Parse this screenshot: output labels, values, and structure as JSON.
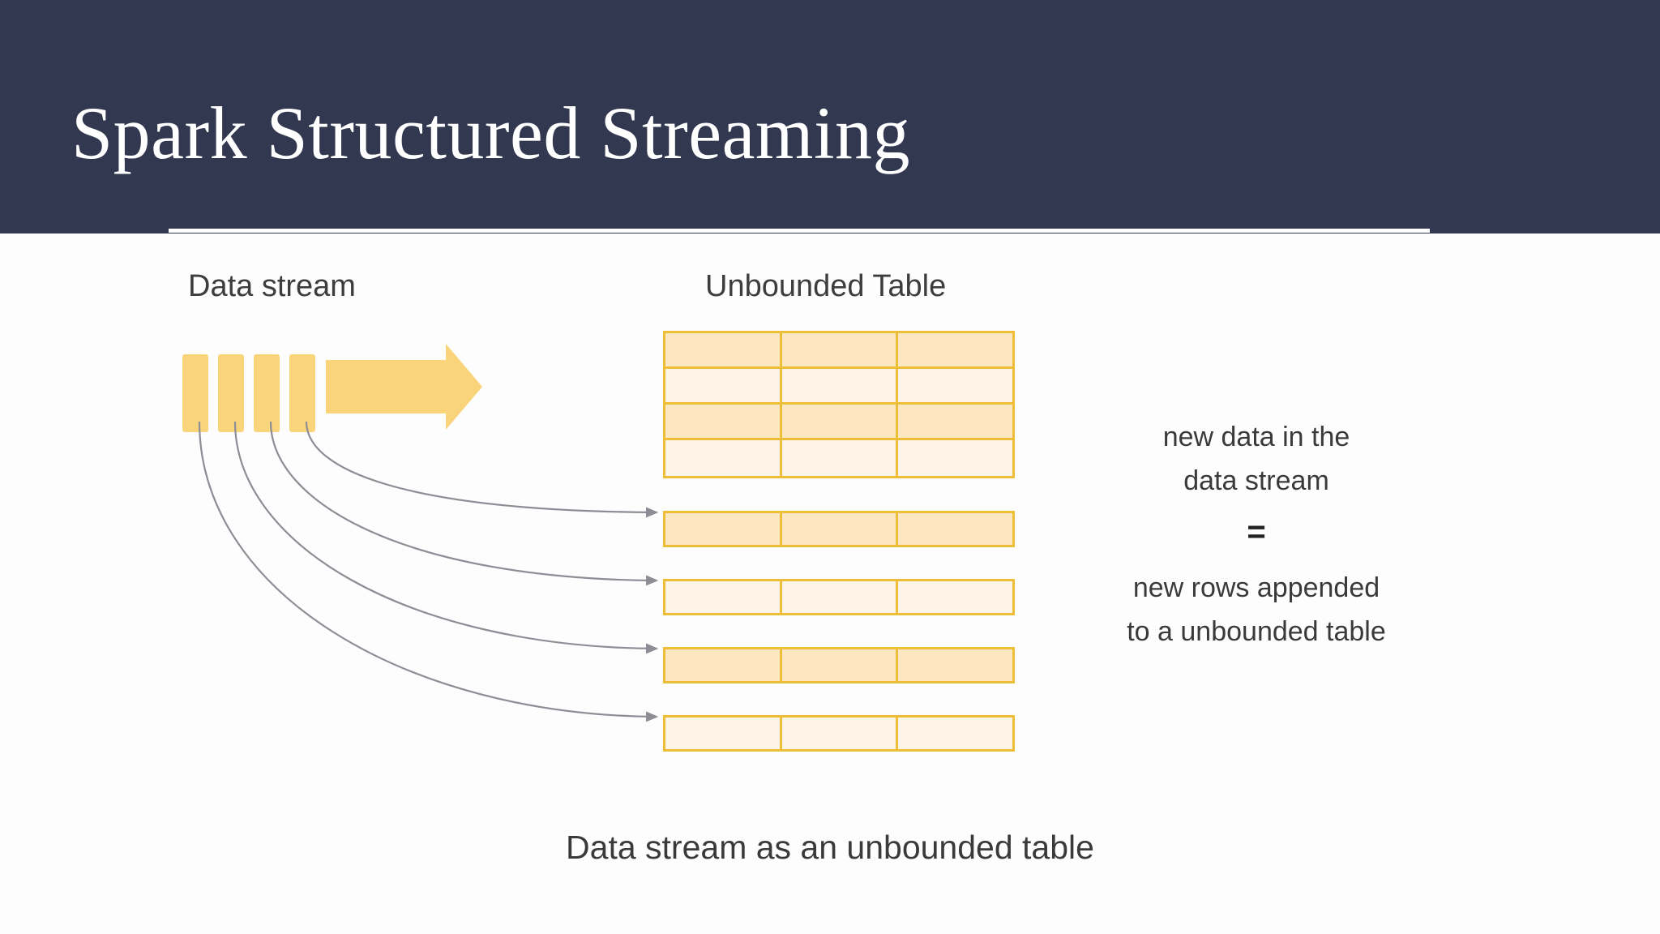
{
  "slide": {
    "title": "Spark Structured Streaming",
    "background_color": "#fdfdfd",
    "header_color": "#323850",
    "accent_color": "#ffffff"
  },
  "figure": {
    "left_label": "Data stream",
    "right_label": "Unbounded Table",
    "caption": "Data stream as an unbounded table",
    "table_border_color": "#efbe38",
    "cell_fill_dark": "#fde6c2",
    "cell_fill_light": "#fdf3e7",
    "stream_bar_color": "#fad47a",
    "arrow_color": "#fad47a",
    "connector_color": "#8d8d96"
  },
  "explanation": {
    "line1": "new data in the",
    "line2": "data stream",
    "equals": "=",
    "line3": "new rows appended",
    "line4": "to a unbounded table"
  },
  "stream": {
    "bar_count": 4,
    "bars": [
      {
        "name": "stream-bar-1"
      },
      {
        "name": "stream-bar-2"
      },
      {
        "name": "stream-bar-3"
      },
      {
        "name": "stream-bar-4"
      }
    ],
    "arrow_label": "flow-arrow"
  },
  "table": {
    "columns": 3,
    "main_rows": [
      {
        "fill": "dark"
      },
      {
        "fill": "light"
      },
      {
        "fill": "dark"
      },
      {
        "fill": "light"
      }
    ],
    "appended_rows": [
      {
        "fill": "dark"
      },
      {
        "fill": "light"
      },
      {
        "fill": "dark"
      },
      {
        "fill": "light"
      }
    ]
  }
}
